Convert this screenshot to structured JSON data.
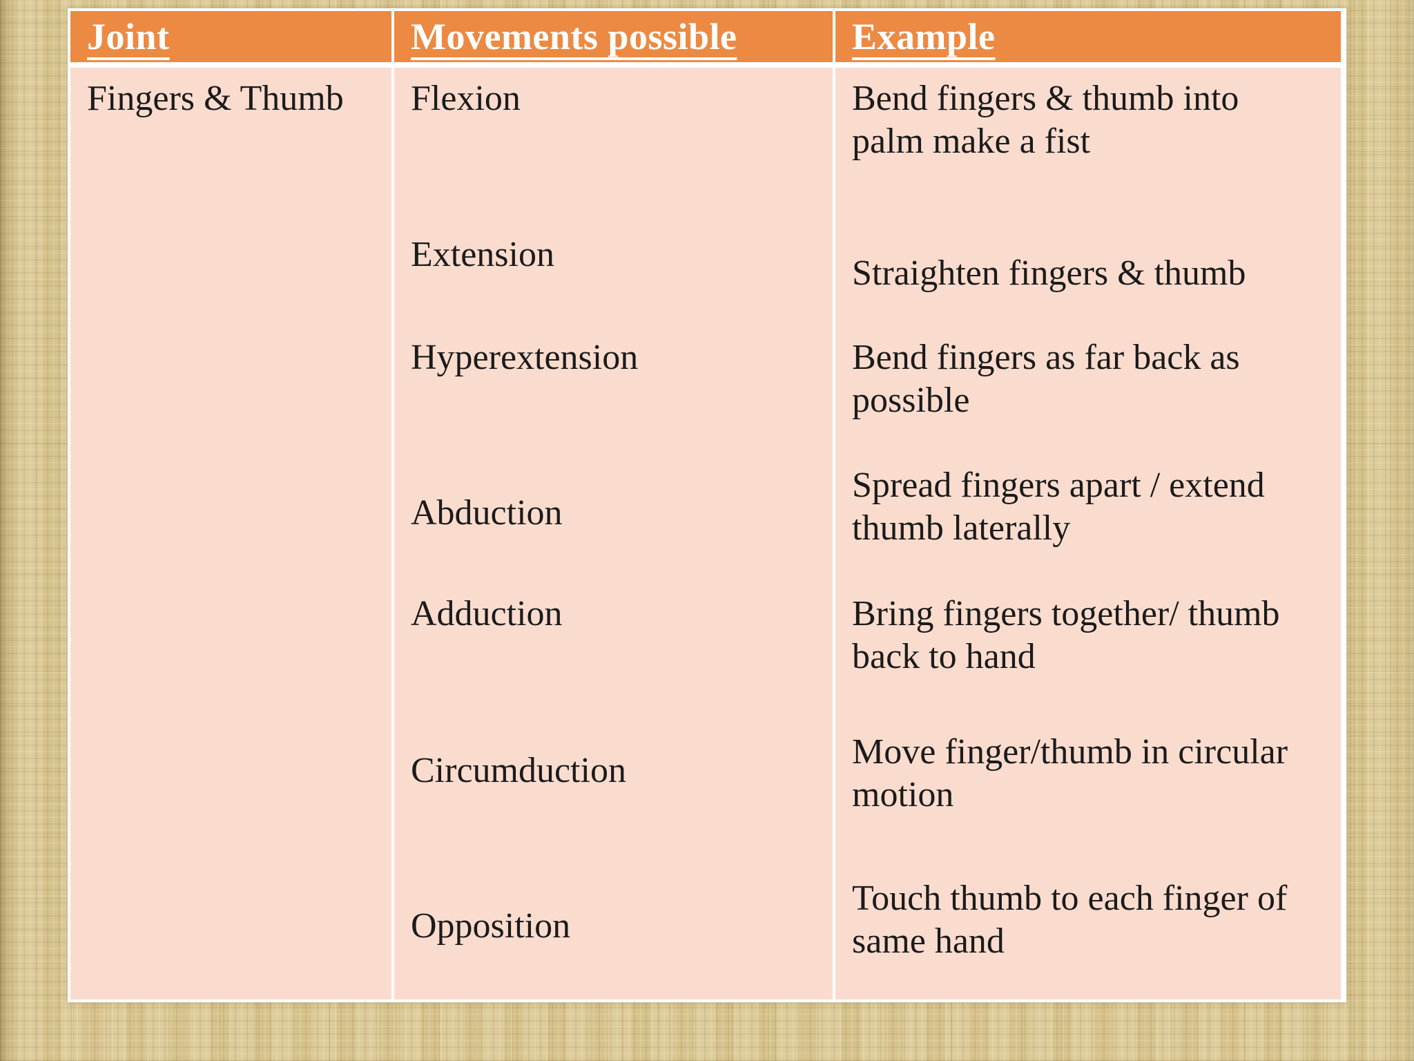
{
  "colors": {
    "orange": "#EC8A43",
    "peach": "#FADCCE",
    "page-bg": "#D9C794",
    "text": "#1B1B1B",
    "header-text": "#FFFFFF",
    "border": "#FFFFFF"
  },
  "table": {
    "headers": [
      {
        "label": "Joint"
      },
      {
        "label": "Movements possible"
      },
      {
        "label": "Example"
      }
    ],
    "joint": "Fingers & Thumb",
    "rows": [
      {
        "movement": "Flexion",
        "example": "Bend fingers & thumb into\npalm make a fist"
      },
      {
        "movement": "Extension",
        "example": "Straighten fingers & thumb"
      },
      {
        "movement": "Hyperextension",
        "example": "Bend fingers as far back as\npossible"
      },
      {
        "movement": "Abduction",
        "example": "Spread fingers apart / extend\nthumb laterally"
      },
      {
        "movement": "Adduction",
        "example": "Bring fingers together/ thumb\nback to hand"
      },
      {
        "movement": "Circumduction",
        "example": "Move finger/thumb in circular\nmotion"
      },
      {
        "movement": "Opposition",
        "example": "Touch thumb to each finger of\nsame hand"
      }
    ]
  }
}
